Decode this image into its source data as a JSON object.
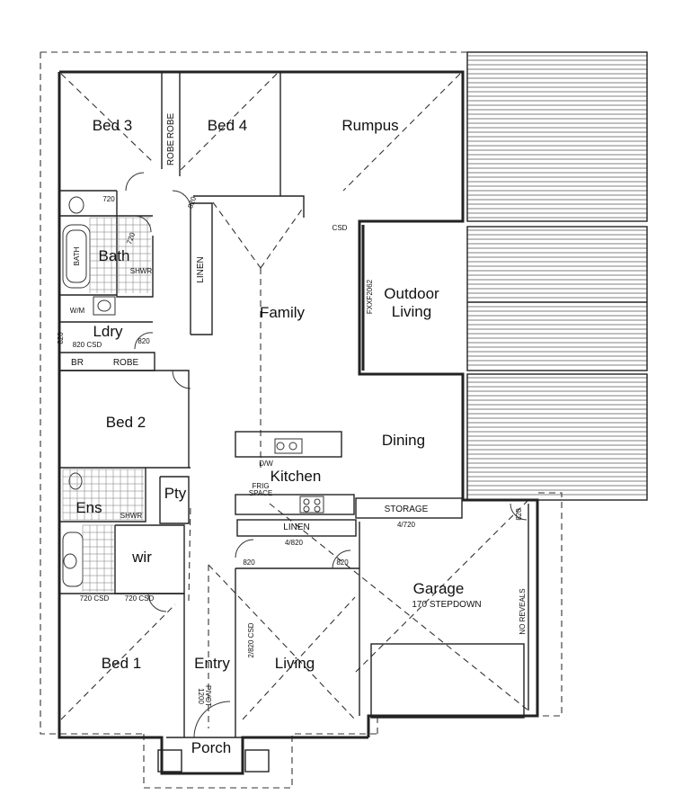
{
  "rooms": {
    "bed3": "Bed 3",
    "bed4": "Bed 4",
    "rumpus": "Rumpus",
    "bath": "Bath",
    "family": "Family",
    "outdoor_living_line1": "Outdoor",
    "outdoor_living_line2": "Living",
    "ldry": "Ldry",
    "bed2": "Bed 2",
    "dining": "Dining",
    "kitchen": "Kitchen",
    "ens": "Ens",
    "pty": "Pty",
    "wir": "wir",
    "garage": "Garage",
    "bed1": "Bed 1",
    "entry": "Entry",
    "living": "Living",
    "porch": "Porch"
  },
  "labels": {
    "robe_top1": "ROBE",
    "robe_top2": "ROBE",
    "robe_ldry": "ROBE",
    "br": "BR",
    "linen_hall": "LINEN",
    "linen_kitchen": "LINEN",
    "storage": "STORAGE",
    "bath_tub": "BATH",
    "shwr_bath": "SHWR",
    "shwr_ens": "SHWR",
    "wm": "W/M",
    "dw": "D/W",
    "frig_line1": "FRIG",
    "frig_line2": "SPACE",
    "csd_rumpus": "CSD",
    "fxxf": "FXXF2062",
    "stepdown": "170 STEPDOWN",
    "no_reveals": "NO REVEALS",
    "pivot_line1": "1200",
    "pivot_line2": "PIVOT"
  },
  "door_sizes": {
    "d720_bath": "720",
    "d720_bath_side": "720",
    "d820_hall": "820",
    "d820_ldry_left": "820",
    "d820_ldry_csd": "820 CSD",
    "d820_ldry_right": "820",
    "d720_csd_ens": "720 CSD",
    "d720_csd_wir": "720 CSD",
    "d820_living_left": "820",
    "d820_living_right": "820",
    "d4820": "4/820",
    "d4720": "4/720",
    "d820_garage": "820",
    "d2820_csd": "2/820 CSD"
  }
}
